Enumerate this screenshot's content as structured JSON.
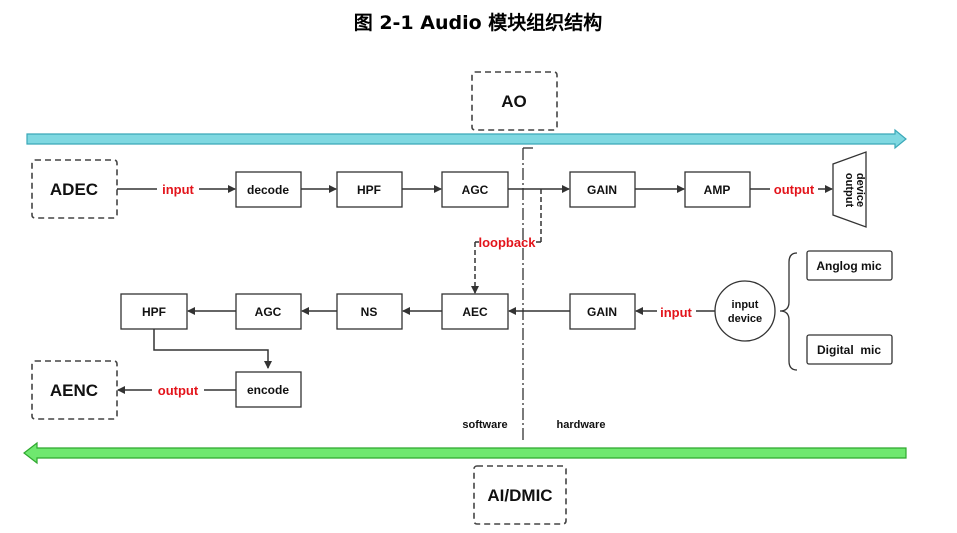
{
  "title": "图 2-1 Audio 模块组织结构",
  "colors": {
    "ao_bus": "#7fd8e1",
    "ai_bus": "#6fe86f",
    "accent_text": "#e3141b"
  },
  "endpoints": {
    "ao": "AO",
    "ai": "AI/DMIC",
    "adec": "ADEC",
    "aenc": "AENC"
  },
  "output_chain": [
    "decode",
    "HPF",
    "AGC",
    "GAIN",
    "AMP"
  ],
  "input_chain": [
    "HPF",
    "AGC",
    "NS",
    "AEC",
    "GAIN"
  ],
  "encode": "encode",
  "labels": {
    "input_top": "input",
    "output_top": "output",
    "loopback": "loopback",
    "input_bottom": "input",
    "output_bottom": "output",
    "software": "software",
    "hardware": "hardware"
  },
  "output_device": [
    "output",
    "device"
  ],
  "input_device": [
    "input",
    "device"
  ],
  "mics": [
    "Anglog mic",
    "Digital  mic"
  ]
}
